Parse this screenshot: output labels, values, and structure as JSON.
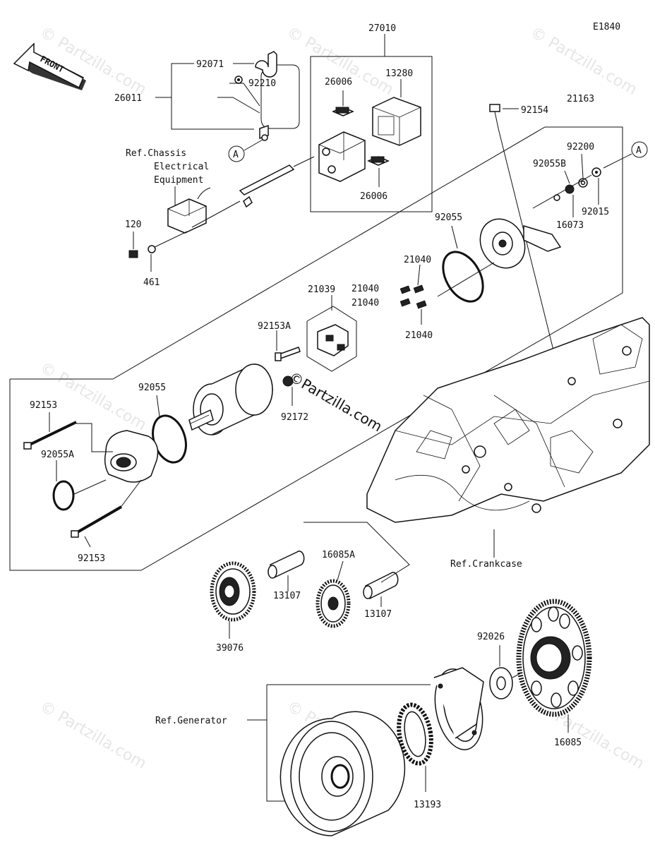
{
  "diagram": {
    "code": "E1840",
    "front_label": "FRONT",
    "brand": "©Partzilla.com",
    "watermark": "© Partzilla.com",
    "callouts": {
      "a1": "A",
      "a2": "A"
    },
    "refs": {
      "chassis": [
        "Ref.Chassis",
        "Electrical",
        "Equipment"
      ],
      "crankcase": "Ref.Crankcase",
      "generator": "Ref.Generator"
    },
    "parts": {
      "p27010": "27010",
      "p13280": "13280",
      "p26006a": "26006",
      "p26006b": "26006",
      "p92071": "92071",
      "p92210": "92210",
      "p26011": "26011",
      "p120": "120",
      "p461": "461",
      "p92154": "92154",
      "p21163": "21163",
      "p92200": "92200",
      "p92055B": "92055B",
      "p92015": "92015",
      "p16073": "16073",
      "p92055a": "92055",
      "p21040a": "21040",
      "p21040b": "21040",
      "p21040c": "21040",
      "p21040d": "21040",
      "p21039": "21039",
      "p92153A": "92153A",
      "p92172": "92172",
      "p92055b": "92055",
      "p92153a": "92153",
      "p92055A": "92055A",
      "p92153b": "92153",
      "p16085A": "16085A",
      "p13107a": "13107",
      "p13107b": "13107",
      "p39076": "39076",
      "p92026": "92026",
      "p16085": "16085",
      "p13193": "13193"
    }
  }
}
